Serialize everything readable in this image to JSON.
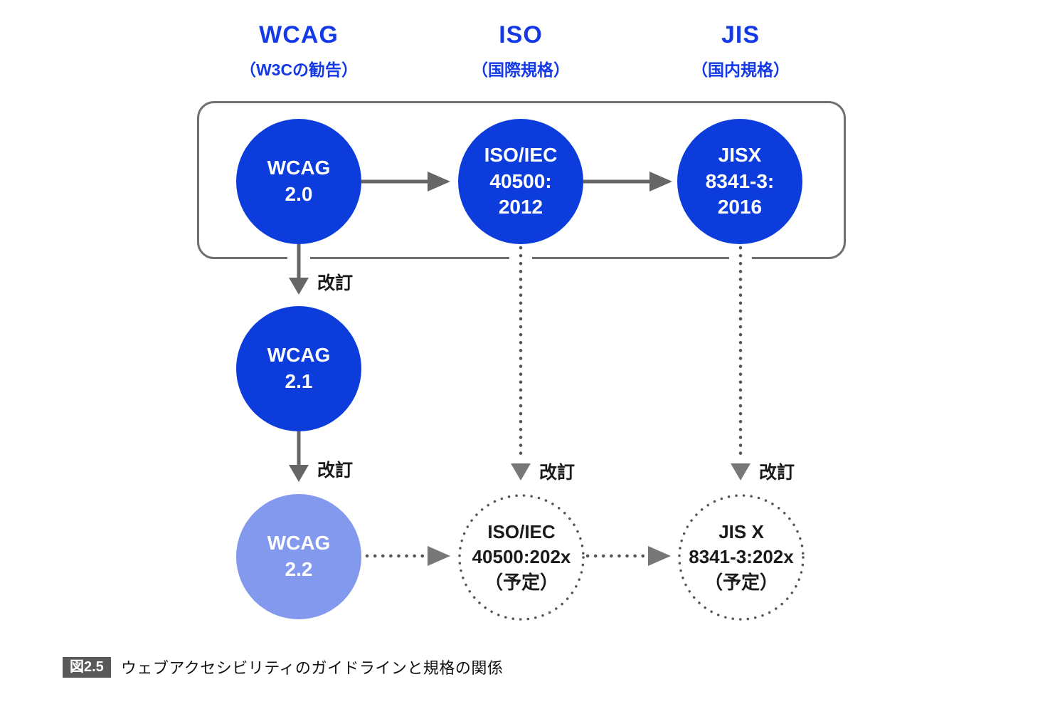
{
  "headers": [
    {
      "title": "WCAG",
      "subtitle": "（W3Cの勧告）"
    },
    {
      "title": "ISO",
      "subtitle": "（国際規格）"
    },
    {
      "title": "JIS",
      "subtitle": "（国内規格）"
    }
  ],
  "nodes": {
    "wcag20": {
      "lines": [
        "WCAG",
        "2.0"
      ]
    },
    "iso2012": {
      "lines": [
        "ISO/IEC",
        "40500:",
        "2012"
      ]
    },
    "jis2016": {
      "lines": [
        "JISX",
        "8341-3:",
        "2016"
      ]
    },
    "wcag21": {
      "lines": [
        "WCAG",
        "2.1"
      ]
    },
    "wcag22": {
      "lines": [
        "WCAG",
        "2.2"
      ]
    },
    "iso202x": {
      "lines": [
        "ISO/IEC",
        "40500:202x",
        "（予定）"
      ]
    },
    "jis202x": {
      "lines": [
        "JIS X",
        "8341-3:202x",
        "（予定）"
      ]
    }
  },
  "labels": {
    "revision": "改訂"
  },
  "caption": {
    "badge": "図2.5",
    "text": "ウェブアクセシビリティのガイドラインと規格の関係"
  },
  "colors": {
    "node_blue": "#0C3DDC",
    "node_light_blue": "#8299EE",
    "header_blue": "#1439E6",
    "arrow_gray": "#666666",
    "box_border_gray": "#707070",
    "dotted_gray": "#555555",
    "badge_gray": "#595959"
  }
}
